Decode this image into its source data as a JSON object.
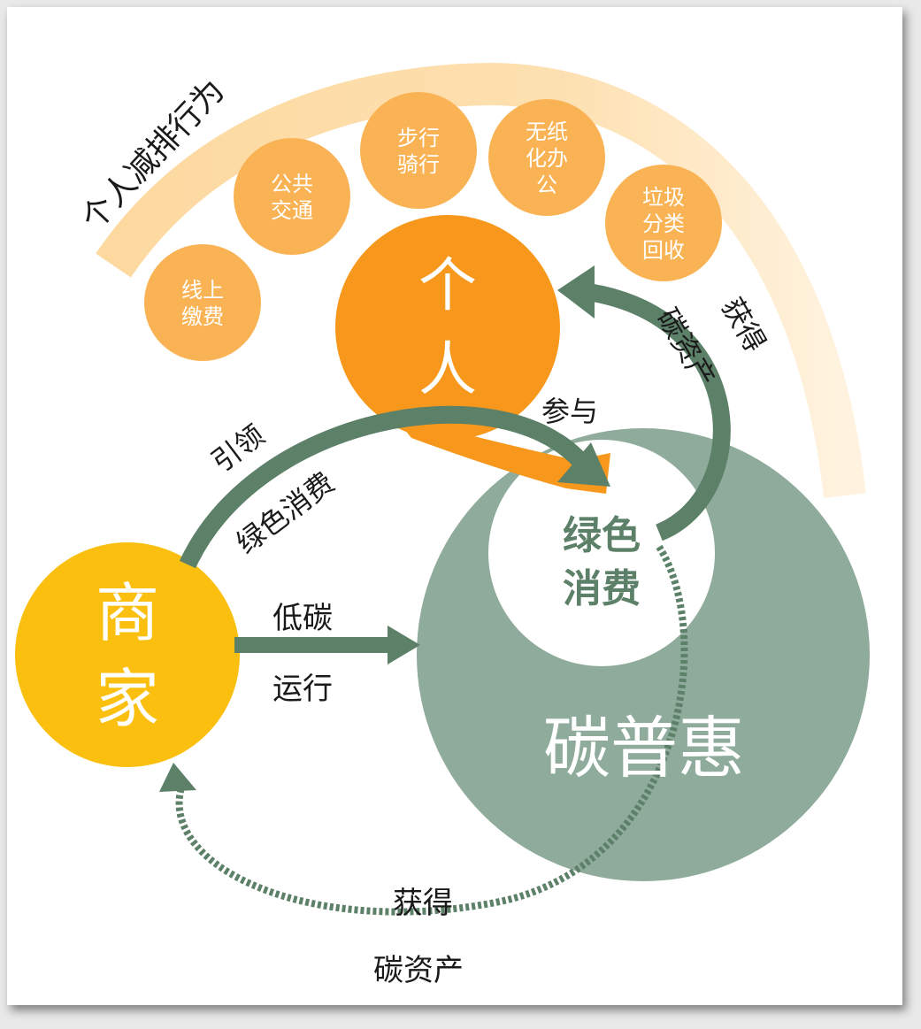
{
  "arc_title": "个人减排行为",
  "behaviors": [
    {
      "id": "online-payment",
      "lines": [
        "线上",
        "缴费"
      ]
    },
    {
      "id": "public-transport",
      "lines": [
        "公共",
        "交通"
      ]
    },
    {
      "id": "walk-ride",
      "lines": [
        "步行",
        "骑行"
      ]
    },
    {
      "id": "paperless-office",
      "lines": [
        "无纸",
        "化办",
        "公"
      ]
    },
    {
      "id": "garbage-sorting",
      "lines": [
        "垃圾",
        "分类",
        "回收"
      ]
    }
  ],
  "nodes": {
    "individual": {
      "label": "个人"
    },
    "merchant": {
      "label": "商家"
    },
    "platform": {
      "label": "碳普惠"
    },
    "green_consumption": {
      "label": "绿色消费"
    }
  },
  "flows": {
    "lead_line1": "引领",
    "lead_line2": "绿色消费",
    "participate": "参与",
    "low_carbon_line1": "低碳",
    "low_carbon_line2": "运行",
    "individual_gain_line1": "获得",
    "individual_gain_line2": "碳资产",
    "merchant_gain_line1": "获得",
    "merchant_gain_line2": "碳资产"
  },
  "colors": {
    "individual": "#f7981d",
    "merchant": "#fbbf10",
    "platform": "#8fab9c",
    "arrow": "#5c8068",
    "behavior": "#fab354",
    "arc": "#fcdca7",
    "green_text": "#5c8068"
  }
}
